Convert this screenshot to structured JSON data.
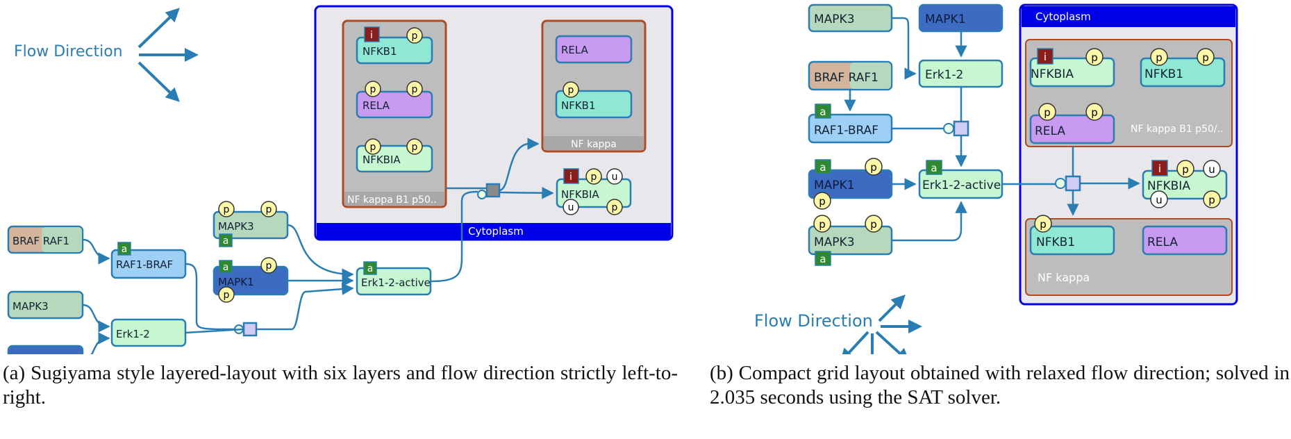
{
  "flow_label": "Flow Direction",
  "compartment_label": "Cytoplasm",
  "labels": {
    "nfkb1": "NFKB1",
    "rela": "RELA",
    "nfkbia": "NFKBIA",
    "mapk3": "MAPK3",
    "mapk1": "MAPK1",
    "braf_raf1": "BRAF RAF1",
    "raf1_braf": "RAF1-BRAF",
    "erk12": "Erk1-2",
    "erk12_active": "Erk1-2-active",
    "complex_b1_a": "NF kappa B1 p50..",
    "complex_b1_b": "NF kappa B1 p50/..",
    "nf_kappa": "NF kappa"
  },
  "state_labels": {
    "p": "p",
    "u": "u",
    "a": "a",
    "i": "i"
  },
  "captions": {
    "a_tag": "(a)",
    "a_text": "Sugiyama style layered-layout with six layers and flow direction strictly left-to-right.",
    "b_tag": "(b)",
    "b_text": "Compact grid layout obtained with relaxed flow direction; solved in 2.035 seconds using the SAT solver."
  },
  "colors": {
    "edge": "#2a7db2",
    "compartment_border": "#0000e0",
    "compartment_fill": "#e8e8ec",
    "complex_fill": "#bdbdbd",
    "complex_border": "#b04a22",
    "nfkb1": "#8ee8d4",
    "rela": "#c89af0",
    "nfkbia": "#c6f7d0",
    "mapk3": "#b6d8bc",
    "mapk1": "#3e6bc2",
    "braf": "#d4b49a",
    "raf1_braf": "#9ed0f5",
    "erk": "#c6f7d0",
    "state_p": "#fdf7a8",
    "state_i": "#8b1c1c",
    "state_a": "#2f8a2f",
    "process": "#cfcdf3"
  }
}
